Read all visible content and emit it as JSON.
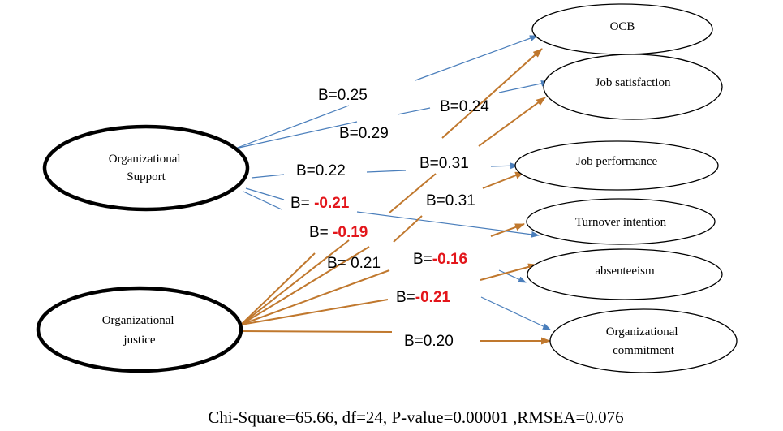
{
  "diagram": {
    "latent_nodes": [
      {
        "id": "support",
        "lines": [
          "Organizational",
          "Support"
        ]
      },
      {
        "id": "justice",
        "lines": [
          "Organizational",
          "justice"
        ]
      }
    ],
    "outcome_nodes": [
      {
        "id": "ocb",
        "lines": [
          "OCB"
        ]
      },
      {
        "id": "jobsat",
        "lines": [
          "Job satisfaction"
        ]
      },
      {
        "id": "jobperf",
        "lines": [
          "Job performance"
        ]
      },
      {
        "id": "turnover",
        "lines": [
          "Turnover intention"
        ]
      },
      {
        "id": "absent",
        "lines": [
          "absenteeism"
        ]
      },
      {
        "id": "orgcommit",
        "lines": [
          "Organizational",
          "commitment"
        ]
      }
    ],
    "coefficients": [
      {
        "id": "c1",
        "prefix": "B=",
        "value": "0.25",
        "negative": false
      },
      {
        "id": "c2",
        "prefix": "B=",
        "value": "0.24",
        "negative": false
      },
      {
        "id": "c3",
        "prefix": "B=",
        "value": "0.29",
        "negative": false
      },
      {
        "id": "c4",
        "prefix": "B=",
        "value": "0.22",
        "negative": false
      },
      {
        "id": "c5",
        "prefix": "B=",
        "value": "0.31",
        "negative": false
      },
      {
        "id": "c6",
        "prefix": "B=",
        "value": "0.31",
        "negative": false
      },
      {
        "id": "c7",
        "prefix": "B= ",
        "value": "-0.21",
        "negative": true
      },
      {
        "id": "c8",
        "prefix": "B= ",
        "value": "-0.19",
        "negative": true
      },
      {
        "id": "c9",
        "prefix": "B= ",
        "value": "0.21",
        "negative": false
      },
      {
        "id": "c10",
        "prefix": "B=",
        "value": "-0.16",
        "negative": true
      },
      {
        "id": "c11",
        "prefix": "B=",
        "value": "-0.21",
        "negative": true
      },
      {
        "id": "c12",
        "prefix": "B=",
        "value": "0.20",
        "negative": false
      }
    ],
    "colors": {
      "support_paths": "#4a7ebb",
      "justice_paths": "#c0782e",
      "negative_value": "#e3161b"
    }
  },
  "fit": {
    "chi_square": "Chi-Square=65.66,",
    "df": "df=24,",
    "p_value": "P-value=0.00001",
    "rmsea": ",RMSEA=0.076"
  }
}
